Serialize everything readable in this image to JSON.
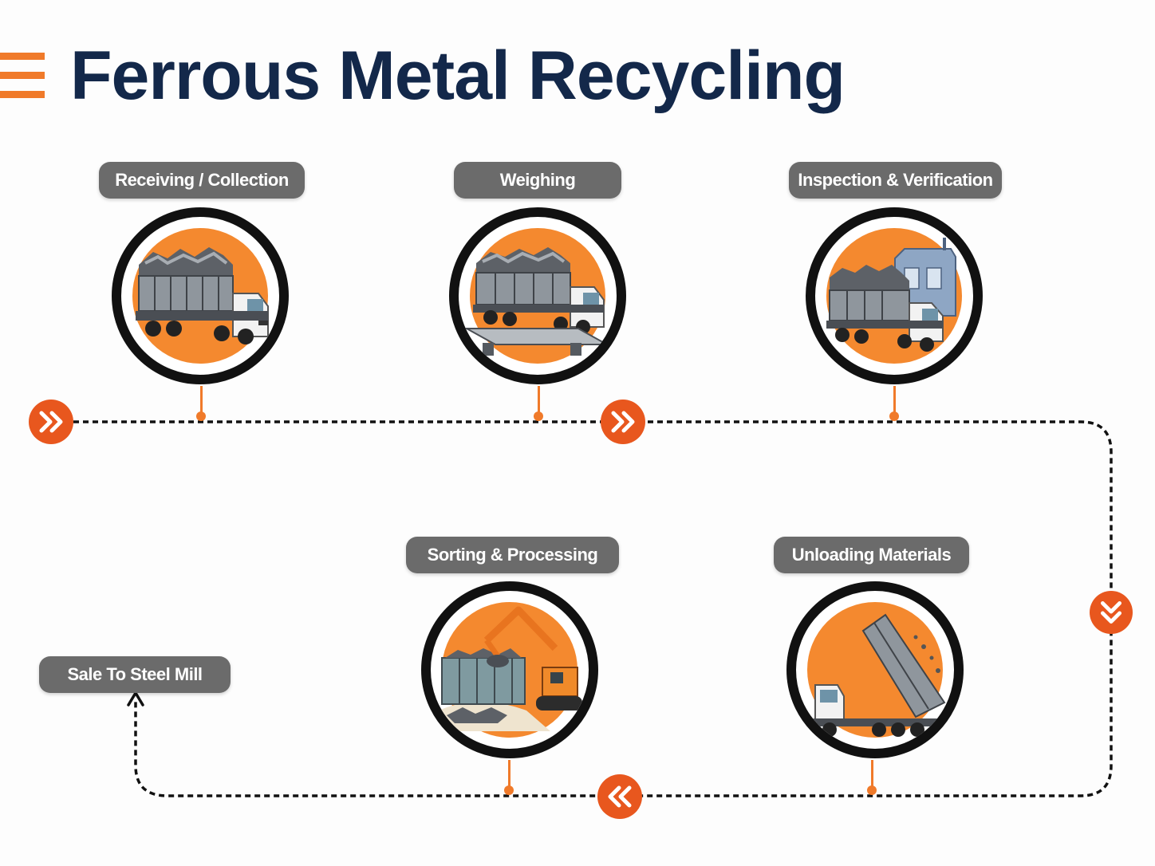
{
  "header": {
    "title": "Ferrous Metal Recycling",
    "icon": "menu-icon"
  },
  "colors": {
    "accent": "#f07a2a",
    "title": "#13284a",
    "pill": "#6b6b6b",
    "badge": "#e8571e"
  },
  "steps": [
    {
      "label": "Receiving / Collection",
      "icon": "scrap-truck-icon"
    },
    {
      "label": "Weighing",
      "icon": "truck-scale-icon"
    },
    {
      "label": "Inspection & Verification",
      "icon": "inspection-station-icon"
    },
    {
      "label": "Unloading Materials",
      "icon": "dump-truck-icon"
    },
    {
      "label": "Sorting & Processing",
      "icon": "excavator-icon"
    },
    {
      "label": "Sale To Steel Mill"
    }
  ],
  "flow": {
    "badges": [
      "double-chevron-right-icon",
      "double-chevron-right-icon",
      "double-chevron-down-icon",
      "double-chevron-left-icon"
    ]
  }
}
